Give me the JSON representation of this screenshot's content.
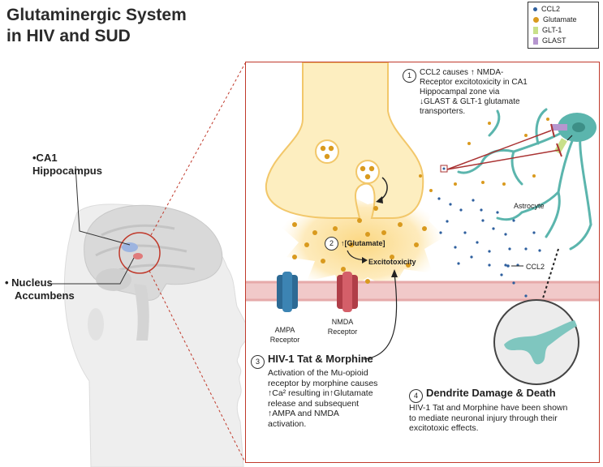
{
  "title": {
    "line1": "Glutaminergic System",
    "line2": "in HIV and SUD"
  },
  "legend": [
    {
      "label": "CCL2",
      "color": "#2e5f9e",
      "shape": "dot"
    },
    {
      "label": "Glutamate",
      "color": "#d99a1e",
      "shape": "dot"
    },
    {
      "label": "GLT-1",
      "color": "#c8e08a",
      "shape": "rect"
    },
    {
      "label": "GLAST",
      "color": "#b696cf",
      "shape": "rect"
    }
  ],
  "brain": {
    "ca1_label_1": "•CA1",
    "ca1_label_2": "Hippocampus",
    "na_label_1": "• Nucleus",
    "na_label_2": "Accumbens"
  },
  "step1": {
    "number": "1",
    "text_1": "CCL2 causes ↑ NMDA-",
    "text_2": "Receptor excitotoxicity in CA1",
    "text_3": "Hippocampal zone via",
    "text_4": "↓GLAST & GLT-1 glutamate",
    "text_5": "transporters."
  },
  "step2": {
    "number": "2",
    "label": "↑[Glutamate]",
    "sub": "Excitotoxicity"
  },
  "step3": {
    "number": "3",
    "heading": "HIV-1 Tat & Morphine",
    "text_1": "Activation of the Mu-opioid",
    "text_2": "receptor by morphine causes",
    "text_3": "↑Ca²  resulting in↑Glutamate",
    "text_4": "release and subsequent",
    "text_5": "↑AMPA and NMDA",
    "text_6": "activation."
  },
  "step4": {
    "number": "4",
    "heading": "Dendrite Damage & Death",
    "text_1": "HIV-1 Tat and Morphine have been shown",
    "text_2": "to mediate neuronal injury through their",
    "text_3": "excitotoxic effects."
  },
  "receptors": {
    "ampa_1": "AMPA",
    "ampa_2": "Receptor",
    "nmda_1": "NMDA",
    "nmda_2": "Receptor"
  },
  "astrocyte_label": "Astrocyte",
  "ccl2_label": "CCL2",
  "colors": {
    "frame": "#c0392b",
    "astrocyte": "#5bb5ad",
    "presynaptic": "#fdeec0",
    "presynaptic_stroke": "#f2c76a",
    "glow": "#fbd57a",
    "membrane": "#e6a9a9",
    "ampa": "#2d6a94",
    "nmda": "#c9505a",
    "ccl2": "#2e5f9e",
    "glutamate": "#d99a1e"
  }
}
